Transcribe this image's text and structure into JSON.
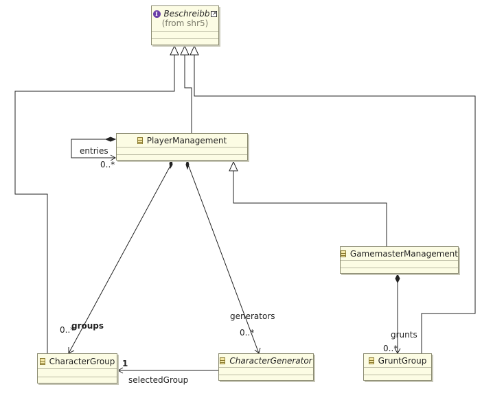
{
  "classes": {
    "beschreibbar": {
      "name": "Beschreibb",
      "source": "(from shr5)"
    },
    "player_management": {
      "name": "PlayerManagement"
    },
    "gamemaster_management": {
      "name": "GamemasterManagement"
    },
    "character_group": {
      "name": "CharacterGroup"
    },
    "character_generator": {
      "name": "CharacterGenerator"
    },
    "grunt_group": {
      "name": "GruntGroup"
    }
  },
  "associations": {
    "entries": {
      "role": "entries",
      "multiplicity": "0..*"
    },
    "groups": {
      "role": "groups",
      "multiplicity": "0..*"
    },
    "generators": {
      "role": "generators",
      "multiplicity": "0..*"
    },
    "grunts": {
      "role": "grunts",
      "multiplicity": "0..*"
    },
    "selected_group": {
      "role": "selectedGroup",
      "multiplicity": "1"
    }
  },
  "colors": {
    "class_fill": "#fcfce4",
    "class_border": "#8a8a70",
    "line": "#222222",
    "interface_icon": "#6a3fa8"
  }
}
